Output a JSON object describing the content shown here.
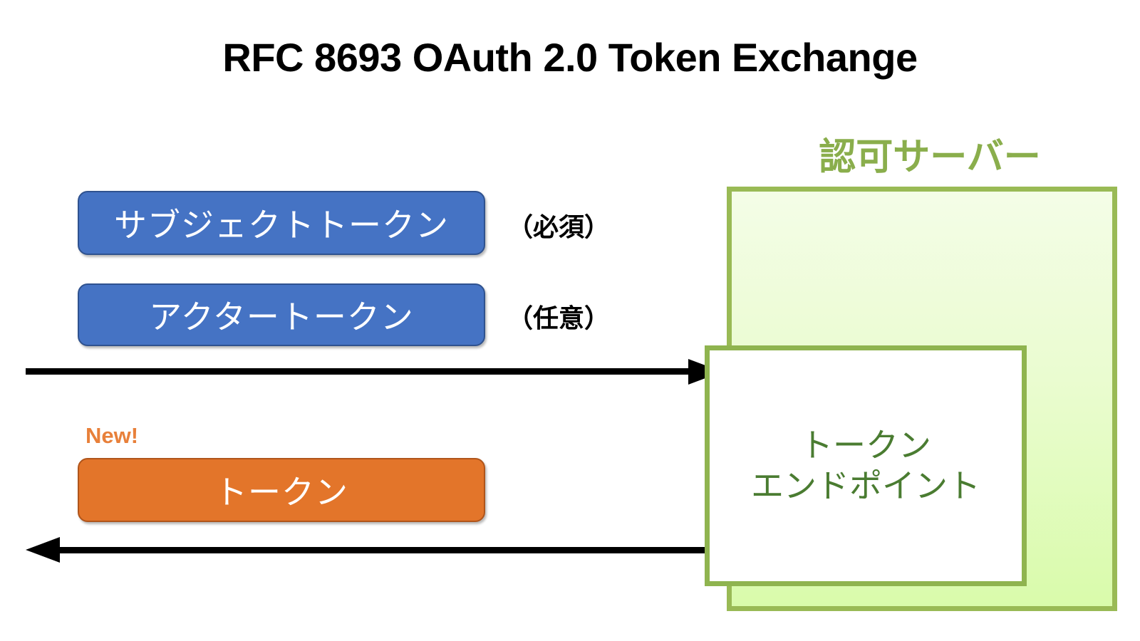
{
  "title": "RFC 8693 OAuth 2.0 Token Exchange",
  "colors": {
    "blue_pill": "#4573c4",
    "orange_pill": "#e3752a",
    "green_border": "#99ba55",
    "green_label": "#8aae4c",
    "endpoint_text": "#4a7c31",
    "new_badge": "#e8803a",
    "arrow": "#000000",
    "background": "#ffffff"
  },
  "request": {
    "subject_token": {
      "label": "サブジェクトトークン",
      "requirement": "（必須）"
    },
    "actor_token": {
      "label": "アクタートークン",
      "requirement": "（任意）"
    },
    "arrow_direction": "right"
  },
  "response": {
    "badge": "New!",
    "token": {
      "label": "トークン"
    },
    "arrow_direction": "left"
  },
  "authorization_server": {
    "label": "認可サーバー",
    "token_endpoint": {
      "label": "トークン\nエンドポイント"
    }
  }
}
